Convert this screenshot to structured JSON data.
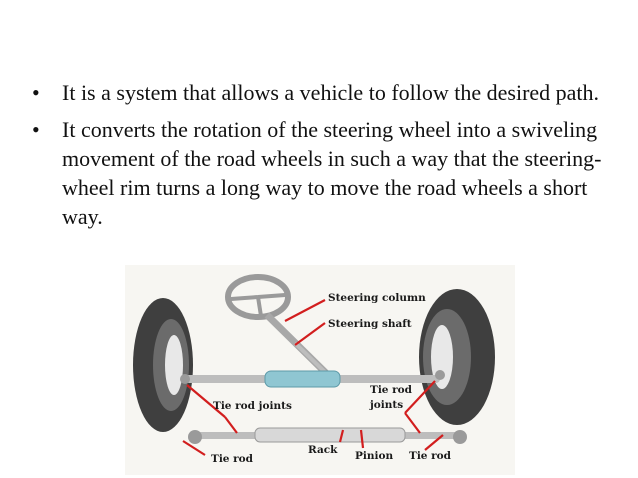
{
  "bullets": [
    {
      "marker": "•",
      "text": "It is a system that allows a vehicle to follow the desired path."
    },
    {
      "marker": "•",
      "text": "It converts the rotation of the steering wheel into a swiveling movement of the road wheels in such a way that the steering-wheel rim turns a long way to move the road wheels a short way."
    }
  ],
  "diagram": {
    "labels": {
      "steering_column": "Steering column",
      "steering_shaft": "Steering shaft",
      "tie_rod_joints_left": "Tie rod joints",
      "tie_rod_joints_right_1": "Tie rod",
      "tie_rod_joints_right_2": "joints",
      "tie_rod_left": "Tie rod",
      "rack": "Rack",
      "pinion": "Pinion",
      "tie_rod_right": "Tie rod"
    },
    "colors": {
      "tire": "#4a4a4a",
      "rim": "#e4e4e4",
      "rack": "#8fc6d2",
      "leader": "#d21e1e",
      "metal": "#cfcfcf"
    }
  }
}
